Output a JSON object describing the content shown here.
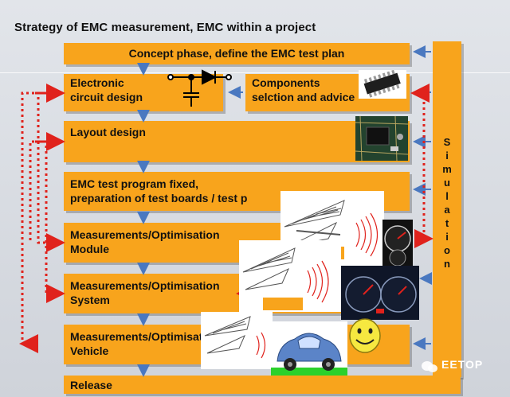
{
  "title": "Strategy of EMC measurement, EMC within a project",
  "steps": {
    "concept": [
      "Concept phase, define the EMC test plan"
    ],
    "electronic": [
      "Electronic",
      "circuit design"
    ],
    "components": [
      "Components",
      "selction and advice"
    ],
    "layout": [
      "Layout design"
    ],
    "test_program": [
      "EMC test program fixed,",
      "preparation of test boards / test p"
    ],
    "meas_module": [
      "Measurements/Optimisation",
      "Module"
    ],
    "meas_system": [
      "Measurements/Optimisation",
      "System"
    ],
    "meas_vehicle": [
      "Measurements/Optimisation",
      "Vehicle"
    ],
    "release": [
      "Release"
    ]
  },
  "simulation": "Simulation",
  "watermark": "EETOP",
  "colors": {
    "box_fill": "#f8a41c",
    "arrow_blue": "#4a78c0",
    "arrow_red": "#e0221c"
  },
  "icons": [
    "circuit-symbol-icon",
    "ic-chip-icon",
    "pcb-board-icon",
    "antenna-icon",
    "speedometer-icon",
    "dashboard-icon",
    "car-icon",
    "smiley-icon",
    "wechat-icon"
  ]
}
